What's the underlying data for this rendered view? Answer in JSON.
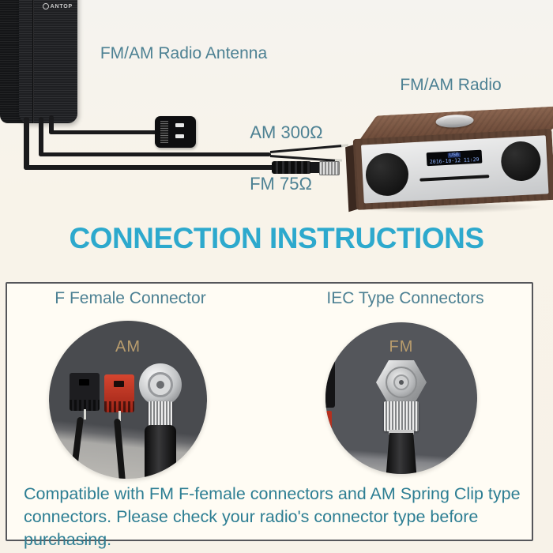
{
  "colors": {
    "background_cream": "#f7f2e8",
    "heading_cyan": "#2da9cd",
    "label_teal": "#4d8193",
    "body_teal": "#2d7e93",
    "port_label_gold": "#b89c6d",
    "spring_clip_red": "#c1392b"
  },
  "top_diagram": {
    "brand_logo_text": "ANTOP",
    "antenna_label": "FM/AM Radio Antenna",
    "radio_label": "FM/AM Radio",
    "am_cable_label": "AM 300Ω",
    "fm_cable_label": "FM 75Ω",
    "radio_display": {
      "line1": "USB",
      "line2": "2016-10-12 11:29"
    }
  },
  "heading": "CONNECTION INSTRUCTIONS",
  "instructions_panel": {
    "left_section": {
      "title": "F Female Connector",
      "port_label": "AM"
    },
    "right_section": {
      "title": "IEC Type Connectors",
      "port_label": "FM"
    },
    "footer_line1": "Compatible with FM F-female connectors and AM Spring Clip type",
    "footer_line2": "connectors. Please check your radio's connector type before purchasing."
  }
}
